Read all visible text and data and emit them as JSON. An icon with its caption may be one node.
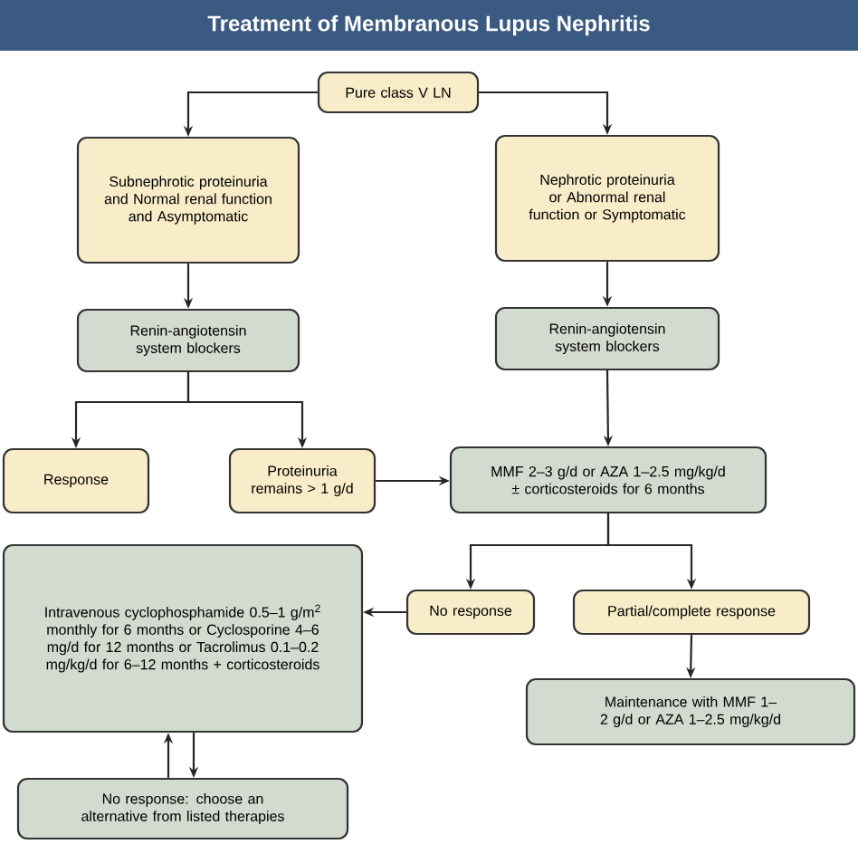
{
  "diagram": {
    "title": "Treatment of Membranous Lupus Nephritis",
    "nodes": [
      {
        "text": [
          "Pure class V LN"
        ]
      },
      {
        "text": [
          "Subnephrotic proteinuria and Normal renal function and Asymptomatic"
        ]
      },
      {
        "text": [
          "Nephrotic proteinuria or Abnormal renal function or Symptomatic"
        ]
      },
      {
        "text": [
          "Renin-angiotensin system blockers"
        ]
      },
      {
        "text": [
          "Renin-angiotensin system blockers"
        ]
      },
      {
        "text": [
          "Response"
        ]
      },
      {
        "text": [
          "Proteinuria remains > 1 g/d"
        ]
      },
      {
        "text": [
          "MMF 2–3 g/d or AZA 1–2.5 mg/kg/d ± corticosteroids for 6 months"
        ]
      },
      {
        "text": [
          "Intravenous cyclophosphamide 0.5–1 g/m$^{2}$ monthly for 6 months or Cyclosporine 4–6 mg/d for 12 months or Tacrolimus 0.1–0.2 mg/kg/d for 6–12 months + corticosteroids"
        ]
      },
      {
        "text": [
          "No response"
        ]
      },
      {
        "text": [
          "Partial/complete response"
        ]
      },
      {
        "text": [
          "Maintenance with MMF 1–2 g/d or AZA 1–2.5 mg/kg/d"
        ]
      },
      {
        "text": [
          "No response: choose an alternative from listed therapies"
        ]
      }
    ],
    "edges": [
      {
        "from": 0,
        "to": 1,
        "arrow": "to"
      },
      {
        "from": 0,
        "to": 2,
        "arrow": "to"
      },
      {
        "from": 1,
        "to": 3,
        "arrow": "to"
      },
      {
        "from": 2,
        "to": 4,
        "arrow": "to"
      },
      {
        "from": 3,
        "to": 5,
        "arrow": "to"
      },
      {
        "from": 3,
        "to": 6,
        "arrow": "to"
      },
      {
        "from": 4,
        "to": 7,
        "arrow": "to"
      },
      {
        "from": 6,
        "to": 7,
        "arrow": "to"
      },
      {
        "from": 7,
        "to": 9,
        "arrow": "to"
      },
      {
        "from": 7,
        "to": 10,
        "arrow": "to"
      },
      {
        "from": 9,
        "to": 8,
        "arrow": "to"
      },
      {
        "from": 10,
        "to": 11,
        "arrow": "to"
      },
      {
        "from": 12,
        "to": 8,
        "arrow": "to"
      },
      {
        "from": 8,
        "to": 12,
        "arrow": "to"
      }
    ]
  }
}
